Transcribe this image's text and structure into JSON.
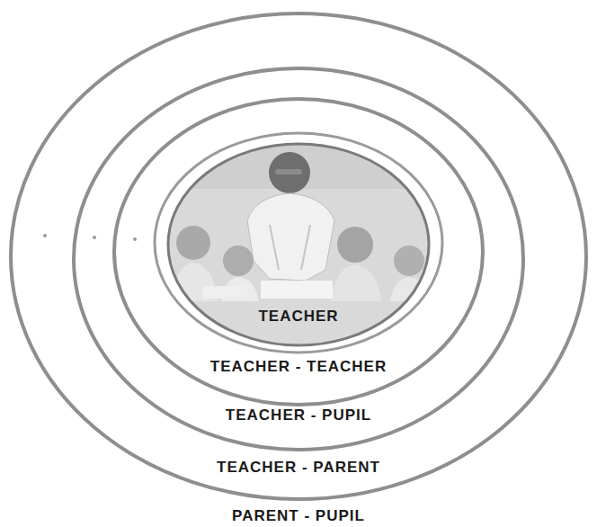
{
  "diagram": {
    "nodes": [
      {
        "text": [
          "PARENT - PUPIL"
        ]
      },
      {
        "text": [
          "TEACHER - PARENT"
        ],
        "in": 0
      },
      {
        "text": [
          "TEACHER - PUPIL"
        ],
        "in": 1
      },
      {
        "text": [
          "TEACHER - TEACHER"
        ],
        "in": 2
      },
      {
        "text": [
          "TEACHER"
        ],
        "in": 3
      }
    ]
  }
}
